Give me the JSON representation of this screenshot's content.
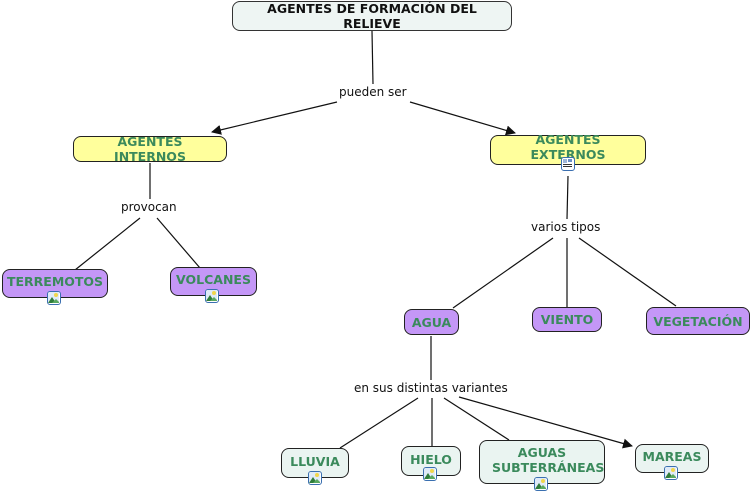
{
  "diagram": {
    "title": "AGENTES DE FORMACIÓN DEL RELIEVE",
    "nodes": {
      "root": {
        "label": "AGENTES DE FORMACIÓN DEL RELIEVE"
      },
      "internos": {
        "label": "AGENTES INTERNOS"
      },
      "externos": {
        "label": "AGENTES EXTERNOS",
        "icon": "document-icon"
      },
      "terremotos": {
        "label": "TERREMOTOS",
        "icon": "image-icon"
      },
      "volcanes": {
        "label": "VOLCANES",
        "icon": "image-icon"
      },
      "agua": {
        "label": "AGUA"
      },
      "viento": {
        "label": "VIENTO"
      },
      "vegetacion": {
        "label": "VEGETACIÓN"
      },
      "lluvia": {
        "label": "LLUVIA",
        "icon": "image-icon"
      },
      "hielo": {
        "label": "HIELO",
        "icon": "image-icon"
      },
      "subterraneas": {
        "label": "AGUAS SUBTERRÁNEAS",
        "icon": "image-icon"
      },
      "mareas": {
        "label": "MAREAS",
        "icon": "image-icon"
      }
    },
    "linking_phrases": {
      "pueden_ser": "pueden ser",
      "provocan": "provocan",
      "varios_tipos": "varios tipos",
      "variantes": "en sus distintas variantes"
    },
    "colors": {
      "root_fill": "#eef5f3",
      "yellow_fill": "#ffff9c",
      "purple_fill": "#c497f7",
      "mint_fill": "#eaf4f1",
      "label_green": "#3b8a5c",
      "line": "#111111"
    }
  }
}
